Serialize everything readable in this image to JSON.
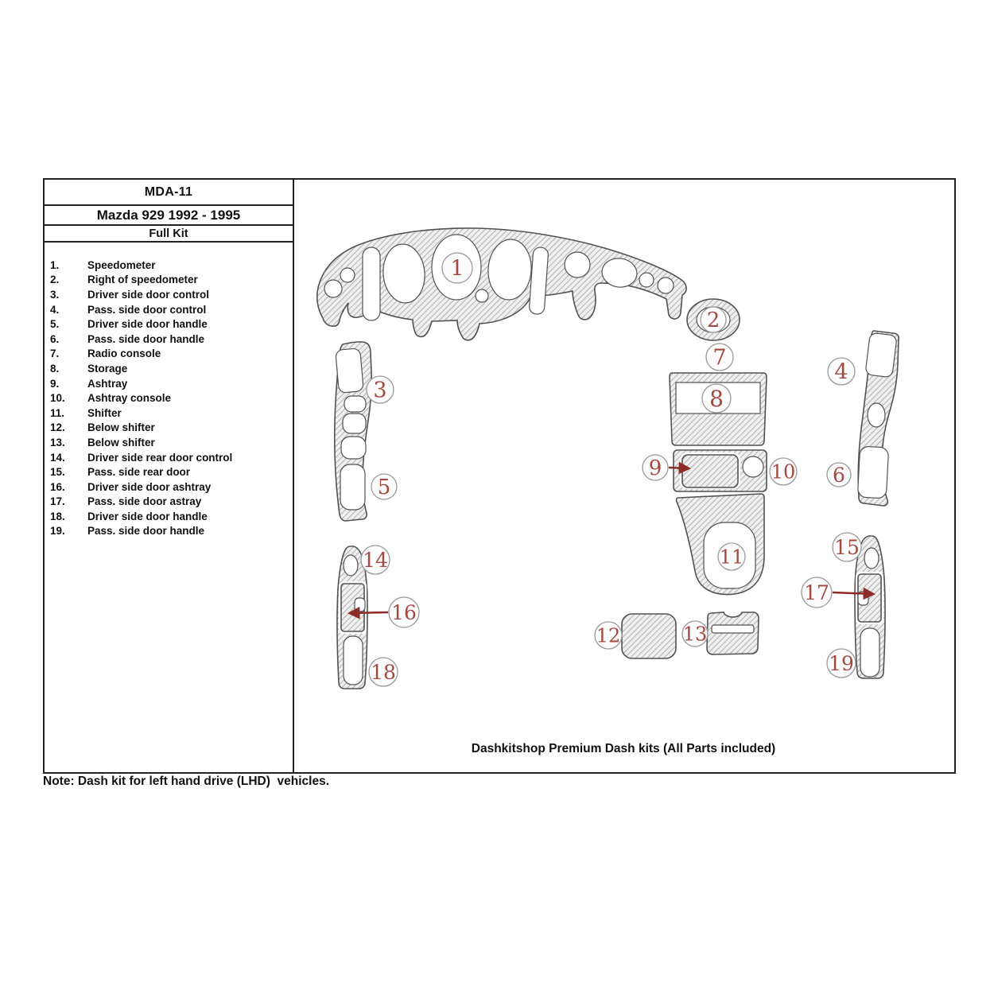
{
  "header": {
    "part_code": "MDA-11",
    "vehicle": "Mazda 929 1992 - 1995",
    "kit_type": "Full Kit"
  },
  "parts": [
    {
      "num": "1.",
      "label": "Speedometer"
    },
    {
      "num": "2.",
      "label": "Right of speedometer"
    },
    {
      "num": "3.",
      "label": "Driver side door control"
    },
    {
      "num": "4.",
      "label": "Pass. side door control"
    },
    {
      "num": "5.",
      "label": "Driver side door handle"
    },
    {
      "num": "6.",
      "label": "Pass. side door handle"
    },
    {
      "num": "7.",
      "label": "Radio console"
    },
    {
      "num": "8.",
      "label": "Storage"
    },
    {
      "num": "9.",
      "label": "Ashtray"
    },
    {
      "num": "10.",
      "label": "Ashtray console"
    },
    {
      "num": "11.",
      "label": "Shifter"
    },
    {
      "num": "12.",
      "label": "Below shifter"
    },
    {
      "num": "13.",
      "label": "Below shifter"
    },
    {
      "num": "14.",
      "label": "Driver side rear door control"
    },
    {
      "num": "15.",
      "label": "Pass. side rear door"
    },
    {
      "num": "16.",
      "label": "Driver side door ashtray"
    },
    {
      "num": "17.",
      "label": "Pass. side door astray"
    },
    {
      "num": "18.",
      "label": "Driver side door handle"
    },
    {
      "num": "19.",
      "label": "Pass. side door handle"
    }
  ],
  "diagram": {
    "caption": "Dashkitshop Premium Dash kits (All Parts included)",
    "callouts": {
      "c1": "1",
      "c2": "2",
      "c3": "3",
      "c4": "4",
      "c5": "5",
      "c6": "6",
      "c7": "7",
      "c8": "8",
      "c9": "9",
      "c10": "10",
      "c11": "11",
      "c12": "12",
      "c13": "13",
      "c14": "14",
      "c15": "15",
      "c16": "16",
      "c17": "17",
      "c18": "18",
      "c19": "19"
    }
  },
  "note": "Note: Dash kit for left hand drive (LHD)  vehicles.",
  "colors": {
    "callout_number": "#a34a40",
    "arrow": "#8d2c26",
    "part_outline": "#525252",
    "table_border": "#222222"
  }
}
